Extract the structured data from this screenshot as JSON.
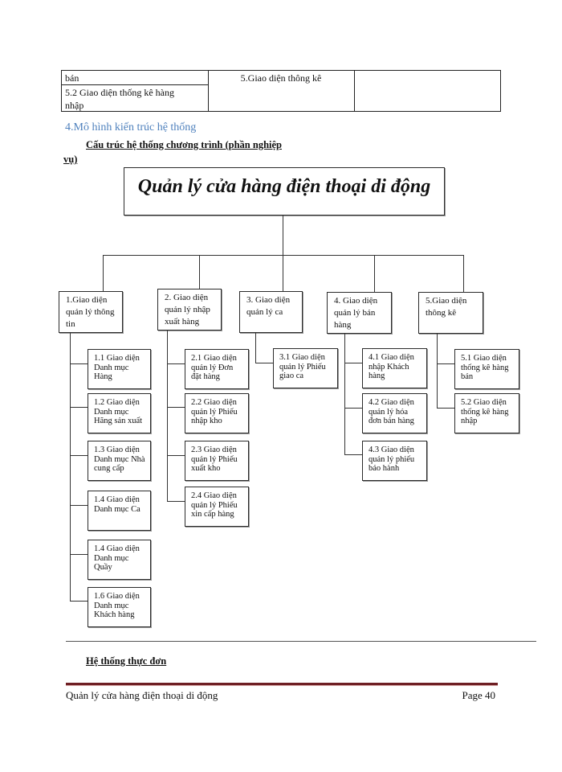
{
  "prev_table": {
    "col1_row1": "bán",
    "col1_row2": "5.2 Giao  diện  thống  kê hàng\nnhập",
    "col2": "5.Giao  diện  thông kê",
    "col3": ""
  },
  "section_heading": "4.Mô hình kiến trúc hệ thống",
  "subheading": {
    "line1": "Cấu trúc hệ thống chương trình (phần nghiệp",
    "line2": "vụ)"
  },
  "diagram": {
    "root": "Quản lý cửa hàng điện thoại di động",
    "branches": [
      {
        "label": "1.Giao  diện\nquản lý thông\ntin",
        "children": [
          "1.1 Giao diện\nDanh mục\nHàng",
          "1.2 Giao diện\nDanh mục\nHãng sản xuất",
          "1.3 Giao diện\nDanh mục Nhà\ncung cấp",
          "1.4 Giao diện\nDanh mục Ca",
          "1.4 Giao diện\nDanh mục\nQuầy",
          "1.6 Giao diện\nDanh mục\nKhách hàng"
        ]
      },
      {
        "label": "2. Giao  diện\nquản lý nhập\nxuất hàng",
        "children": [
          "2.1 Giao diện\nquản lý Đơn\nđặt hàng",
          "2.2 Giao diện\nquản lý Phiếu\nnhập kho",
          "2.3 Giao diện\nquản lý Phiếu\nxuất kho",
          "2.4 Giao diện\nquản lý Phiếu\nxin cấp hàng"
        ]
      },
      {
        "label": "3. Giao  diện\nquản lý ca",
        "children": [
          "3.1 Giao diện\nquản lý Phiếu\ngiao ca"
        ]
      },
      {
        "label": "4. Giao  diện\nquản lý bán\nhàng",
        "children": [
          "4.1 Giao diện\nnhập Khách\nhàng",
          "4.2 Giao diện\nquản lý hóa\nđơn bán hàng",
          "4.3 Giao diện\nquản lý phiếu\nbảo hành"
        ]
      },
      {
        "label": "5.Giao  diện\nthông kê",
        "children": [
          "5.1 Giao diện\nthống kê hàng\nbán",
          "5.2 Giao diện\nthống kê hàng\nnhập"
        ]
      }
    ]
  },
  "next_section": "Hệ thống thực đơn",
  "footer": {
    "title": "Quản lý cửa hàng điện thoại di động",
    "page": "Page 40"
  },
  "colors": {
    "heading_blue": "#4f81bd",
    "footer_rule": "#6e1f24"
  }
}
